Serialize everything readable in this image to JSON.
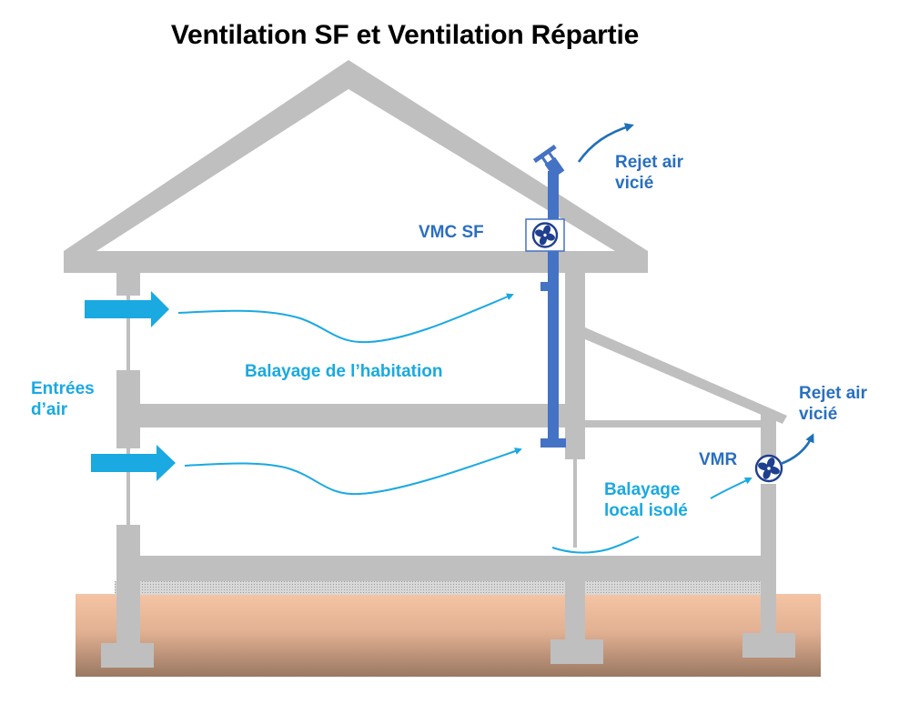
{
  "title": "Ventilation SF et Ventilation Répartie",
  "labels": {
    "vmc_sf": "VMC SF",
    "rejet_top": "Rejet air\nvicié",
    "rejet_right": "Rejet air\nvicié",
    "entrees": "Entrées\nd’air",
    "balayage_habitation": "Balayage de l’habitation",
    "balayage_local": "Balayage\nlocal isolé",
    "vmr": "VMR"
  },
  "colors": {
    "structure": "#bfbfbf",
    "duct_blue": "#4472c4",
    "airflow_cyan": "#1aa9e1",
    "label_blue": "#2a6fc0",
    "fan_navy": "#1f3f8f",
    "soil_top": "#f4c4a4",
    "soil_bottom": "#a07c66"
  },
  "icons": {
    "fan_main": "fan-icon",
    "fan_vmr": "fan-icon",
    "roof_cap": "chimney-cap-icon",
    "inlet_arrow": "arrow-right-icon"
  }
}
